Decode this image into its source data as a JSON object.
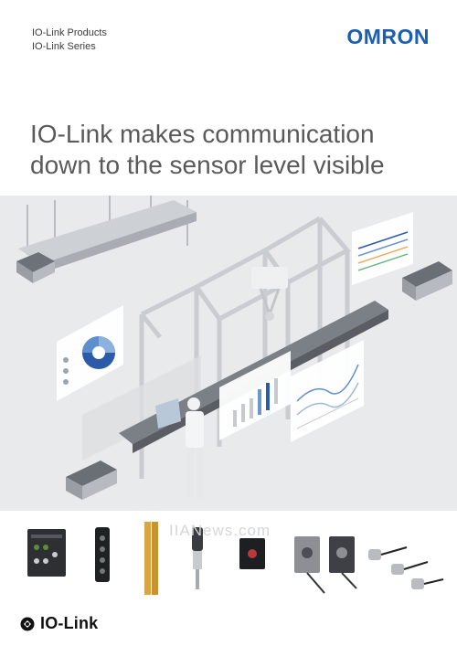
{
  "header": {
    "category_line1": "IO-Link Products",
    "category_line2": "IO-Link Series",
    "brand": "OMRON",
    "brand_color": "#1b5fb3"
  },
  "headline": {
    "line1": "IO-Link makes communication",
    "line2": "down to the sensor level visible"
  },
  "illustration": {
    "description_icons": [
      "factory-frame-icon",
      "robot-arm-icon",
      "agv-icon",
      "operator-icon",
      "dashboard-panel-icon"
    ]
  },
  "products": {
    "items": [
      "io-link-master-unit",
      "io-link-hub",
      "light-curtain",
      "pressure-sensor",
      "photoelectric-sensor-small",
      "photoelectric-sensor-e3z-1",
      "photoelectric-sensor-e3z-2",
      "proximity-sensor"
    ]
  },
  "watermark": "IIANews.com",
  "footer": {
    "logo_text": "IO-Link"
  }
}
